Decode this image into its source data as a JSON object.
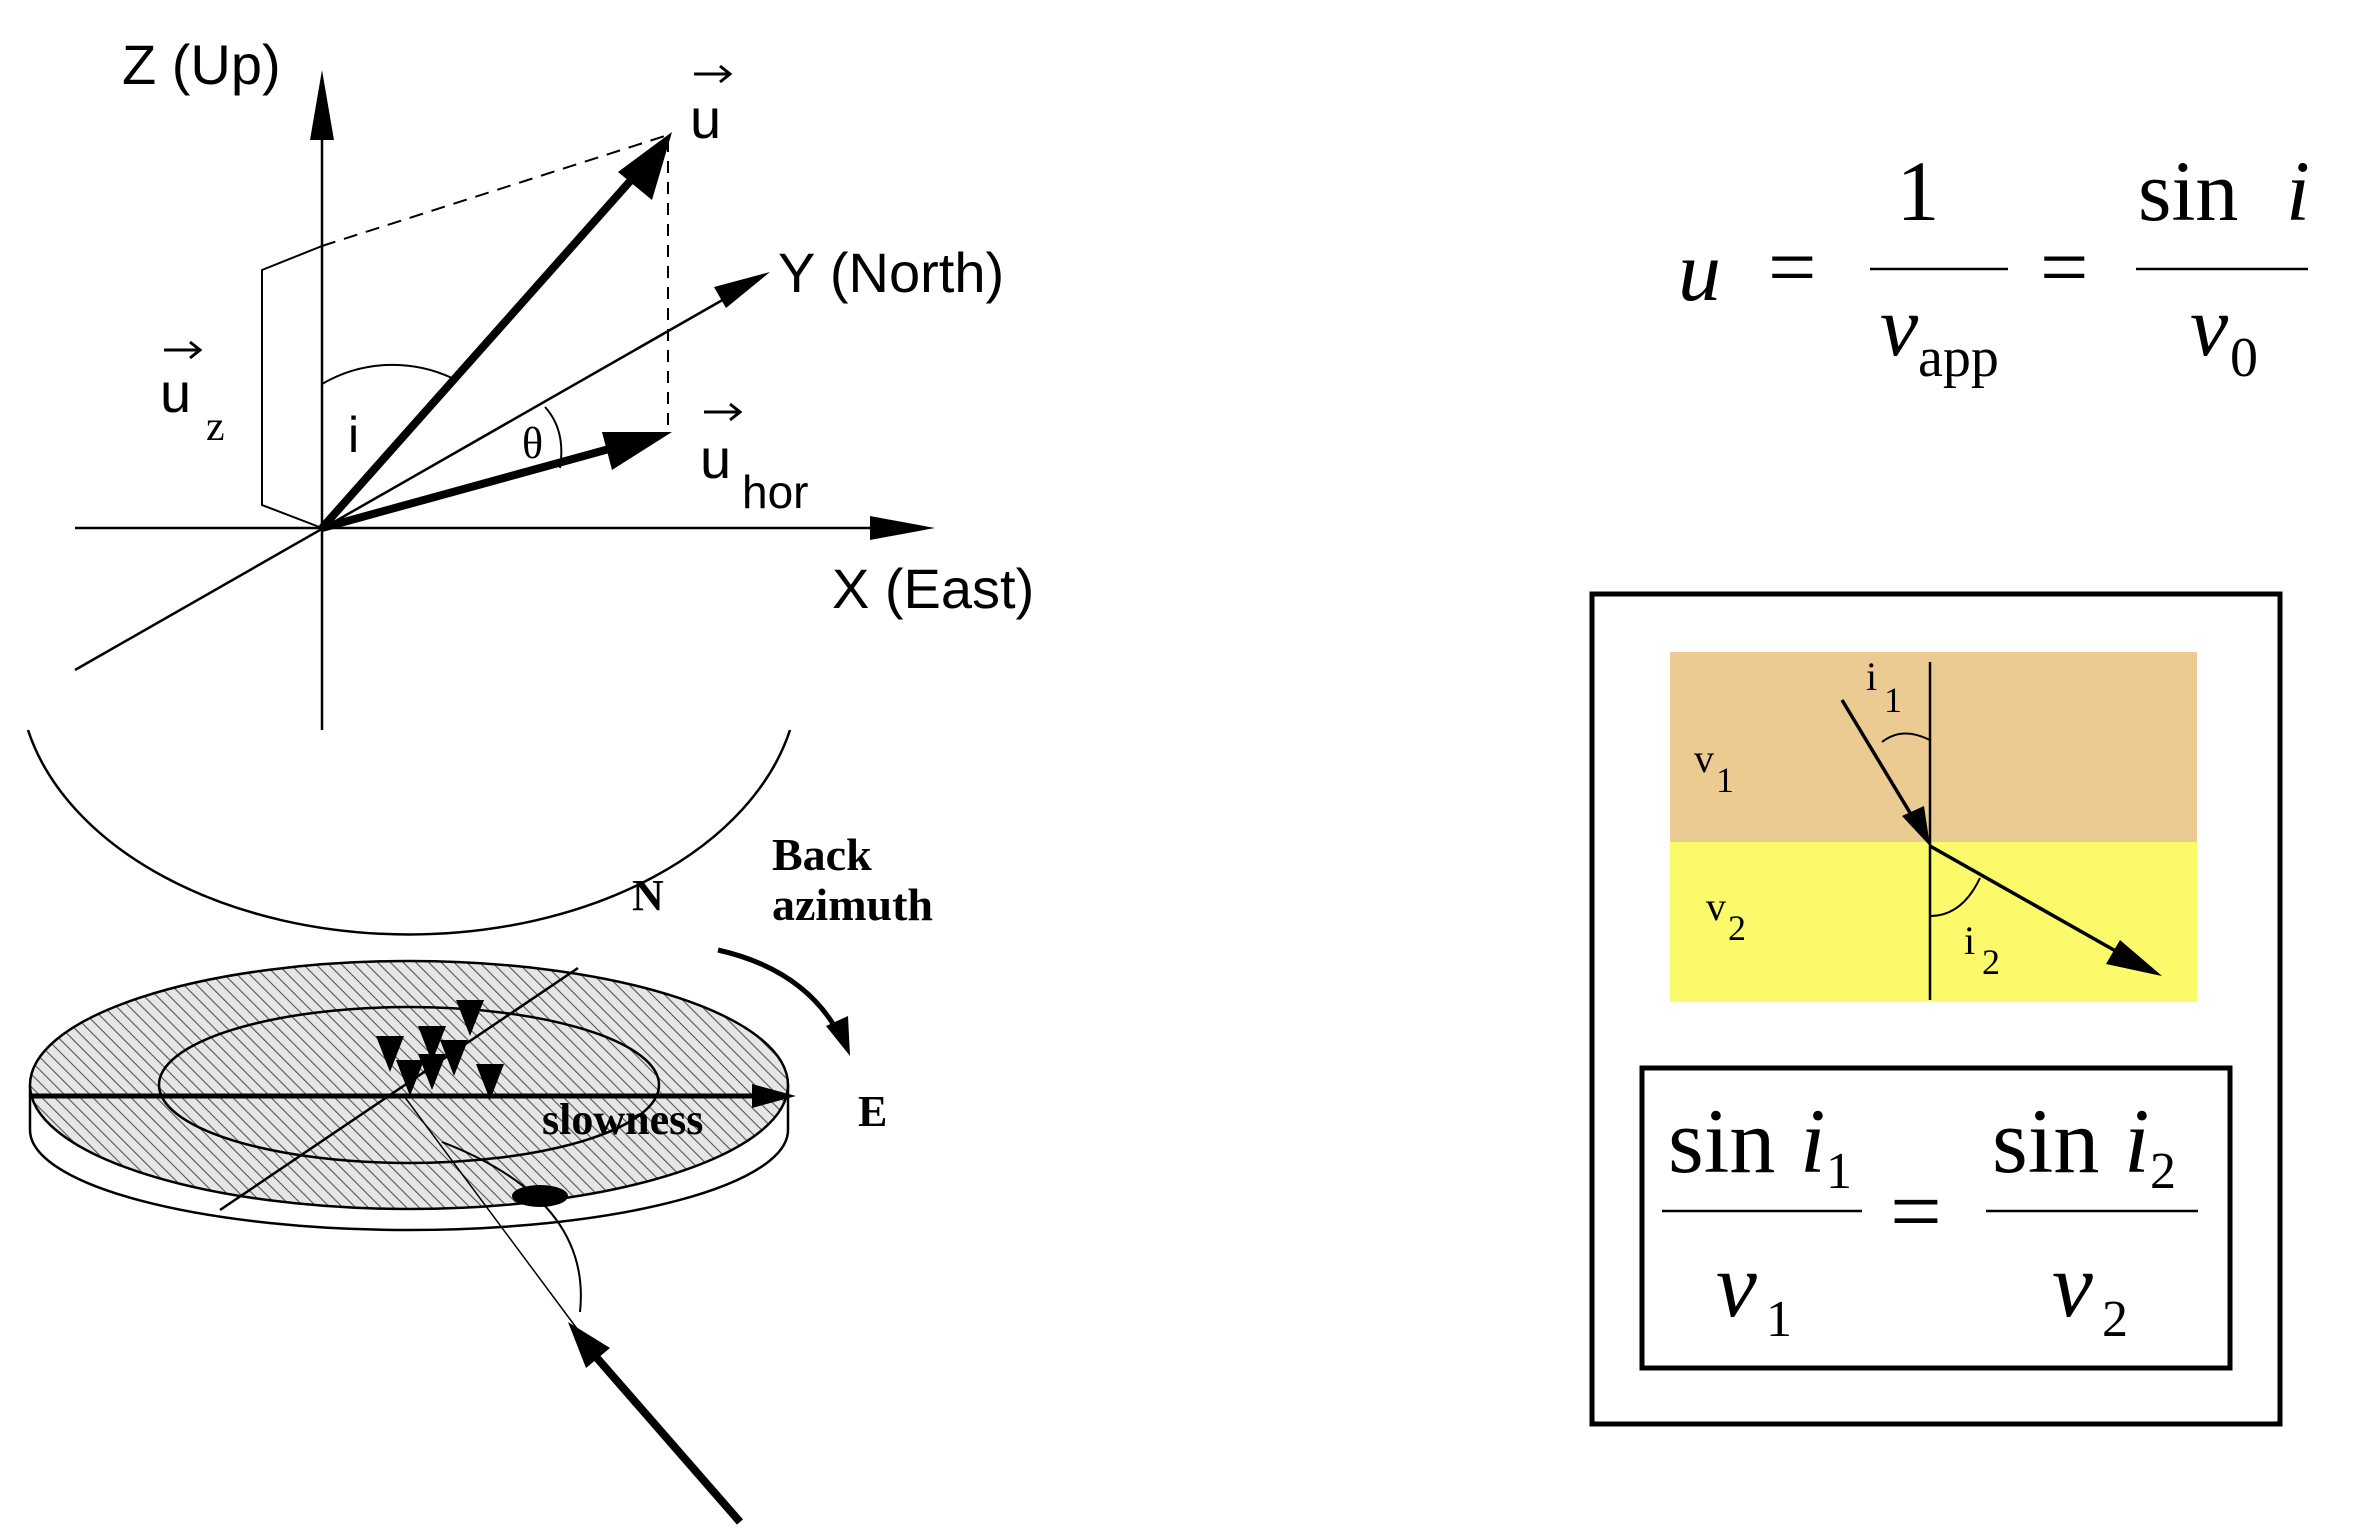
{
  "vector_diagram": {
    "axis_z": "Z (Up)",
    "axis_y": "Y (North)",
    "axis_x": "X (East)",
    "vec_u": "u",
    "vec_uz": "u",
    "vec_uz_sub": "z",
    "vec_uhor": "u",
    "vec_uhor_sub": "hor",
    "angle_i": "i",
    "angle_theta": "θ"
  },
  "slowness_formula": {
    "lhs": "u",
    "eq1": "=",
    "frac1_num": "1",
    "frac1_den": "v",
    "frac1_den_sub": "app",
    "eq2": "=",
    "frac2_num_fn": "sin",
    "frac2_num_var": "i",
    "frac2_den": "v",
    "frac2_den_sub": "0"
  },
  "snell_box": {
    "layer1_label": "v",
    "layer1_sub": "1",
    "layer2_label": "v",
    "layer2_sub": "2",
    "angle1_label": "i",
    "angle1_sub": "1",
    "angle2_label": "i",
    "angle2_sub": "2",
    "eq_num1_fn": "sin",
    "eq_num1_var": "i",
    "eq_num1_sub": "1",
    "eq_den1": "v",
    "eq_den1_sub": "1",
    "eq_sign": "=",
    "eq_num2_fn": "sin",
    "eq_num2_var": "i",
    "eq_num2_sub": "2",
    "eq_den2": "v",
    "eq_den2_sub": "2",
    "colors": {
      "layer1": "#eccb92",
      "layer2": "#fafa6a"
    }
  },
  "hemisphere": {
    "label_n": "N",
    "label_back": "Back",
    "label_azimuth": "azimuth",
    "label_e": "E",
    "label_slowness": "slowness"
  }
}
